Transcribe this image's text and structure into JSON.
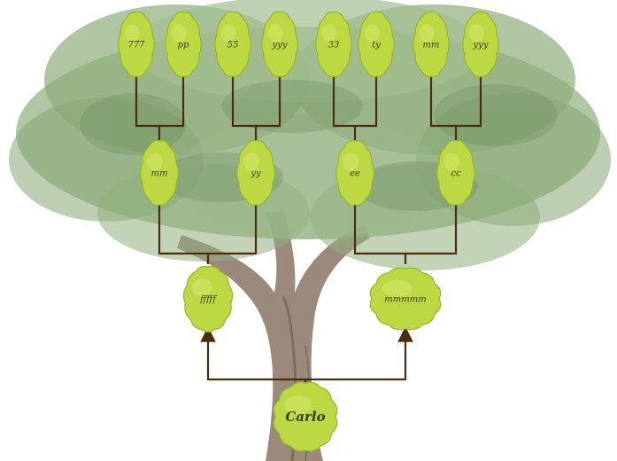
{
  "colors": {
    "leaf": "#bcd842",
    "leaf_edge": "#9ab52c",
    "connector": "#4a2d10",
    "canopy": "#8fae7c",
    "trunk": "#8a7565"
  },
  "root": {
    "label": "Carlo"
  },
  "parents": {
    "left": {
      "label": "fffff"
    },
    "right": {
      "label": "mmmmm"
    }
  },
  "grandparents": [
    {
      "label": "mm"
    },
    {
      "label": "yy"
    },
    {
      "label": "ee"
    },
    {
      "label": "cc"
    }
  ],
  "great_grandparents": [
    {
      "label": "777"
    },
    {
      "label": "pp"
    },
    {
      "label": "55"
    },
    {
      "label": "yyy"
    },
    {
      "label": "33"
    },
    {
      "label": "ty"
    },
    {
      "label": "mm"
    },
    {
      "label": "yyy"
    }
  ]
}
